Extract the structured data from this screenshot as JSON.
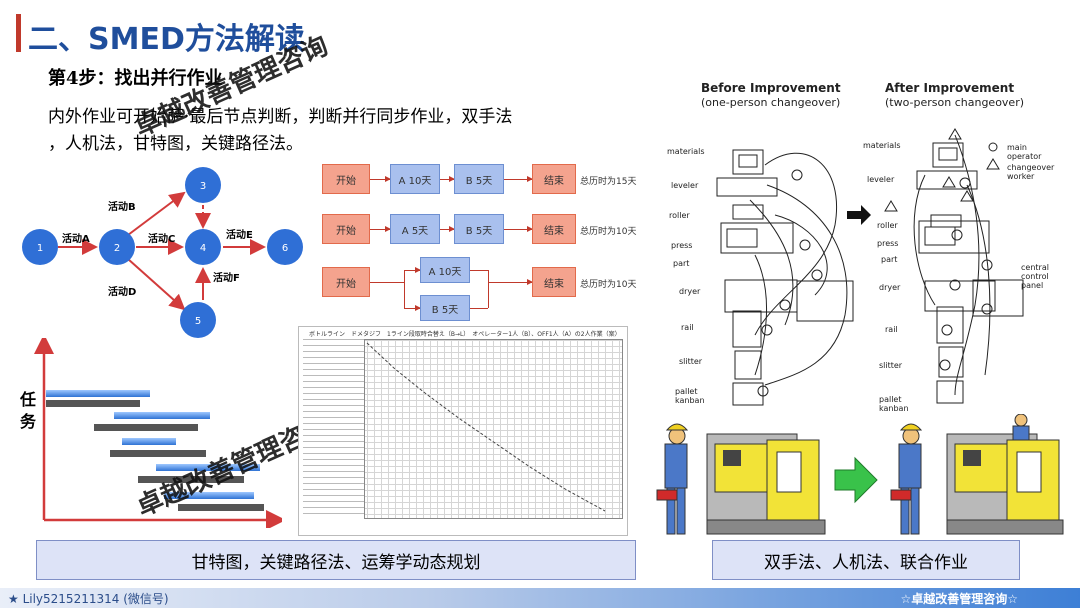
{
  "header": {
    "title": "二、SMED方法解读"
  },
  "step": {
    "label": "第4步：找出并行作业"
  },
  "description": {
    "line1": "内外作业可开始萨·最后节点判断，判断并行同步作业，双手法",
    "line2": "，人机法，甘特图，关键路径法。"
  },
  "watermarks": {
    "top": "卓越改善管理咨询",
    "bottom": "卓越改善管理咨询"
  },
  "network": {
    "nodes": [
      "1",
      "2",
      "3",
      "4",
      "5",
      "6"
    ],
    "activities": [
      "活动A",
      "活动B",
      "活动C",
      "活动D",
      "活动E",
      "活动F"
    ],
    "colors": {
      "node": "#2f6fd6",
      "edge": "#d23b3b"
    }
  },
  "flow": {
    "row1": {
      "start": "开始",
      "a": "A 10天",
      "b": "B  5天",
      "end": "结束",
      "note": "总历时为15天"
    },
    "row2": {
      "start": "开始",
      "a": "A 5天",
      "b": "B  5天",
      "end": "结束",
      "note": "总历时为10天"
    },
    "row3": {
      "start": "开始",
      "a": "A 10天",
      "b": "B  5天",
      "end": "结束",
      "note": "总历时为10天"
    }
  },
  "gantt": {
    "y_label_1": "任",
    "y_label_2": "务"
  },
  "timetable": {
    "header": "ボトルライン　ドメタジフ　1ライン段取時合替え（B→L）　オペレーター1人（B）、OFF1人（A）の2人作業（案）"
  },
  "before_after": {
    "before_title": "Before Improvement",
    "before_sub": "(one-person changeover)",
    "after_title": "After Improvement",
    "after_sub": "(two-person changeover)",
    "labels": [
      "materials",
      "leveler",
      "roller",
      "press",
      "part",
      "dryer",
      "rail",
      "slitter",
      "pallet",
      "kanban"
    ],
    "legend": [
      "main",
      "operator",
      "changeover",
      "worker",
      "central",
      "control",
      "panel"
    ]
  },
  "captions": {
    "left": "甘特图，关键路径法、运筹学动态规划",
    "right": "双手法、人机法、联合作业"
  },
  "footer": {
    "left": "★ Lily5215211314 (微信号)",
    "right": "☆卓越改善管理咨询☆"
  }
}
